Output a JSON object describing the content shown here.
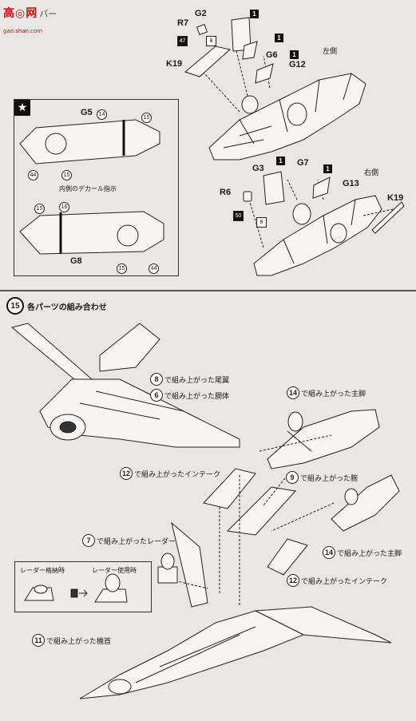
{
  "watermark": {
    "brand": "高◎网",
    "sub": "gao.shan.com",
    "tail": "バー"
  },
  "upper": {
    "side_left": "左側",
    "side_right": "右側",
    "parts_left": {
      "g2": "G2",
      "r7": "R7",
      "g6": "G6",
      "g12": "G12",
      "k19": "K19",
      "n47": "47",
      "n8": "8",
      "sq1a": "1",
      "sq1b": "1",
      "sq1c": "1"
    },
    "parts_right": {
      "g3": "G3",
      "g7": "G7",
      "g13": "G13",
      "r6": "R6",
      "k19": "K19",
      "n50": "50",
      "n8": "8",
      "sq1a": "1",
      "sq1b": "1"
    },
    "inset": {
      "g5": "G5",
      "g8": "G8",
      "caption": "内側のデカール指示",
      "n14a": "14",
      "n15a": "15",
      "n15b": "15",
      "n44a": "44",
      "n15c": "15",
      "n16": "16",
      "n15d": "15",
      "n44b": "44"
    }
  },
  "step15": {
    "number": "15",
    "title": "各パーツの組み合わせ",
    "captions": [
      {
        "n": "8",
        "text": "で組み上がった尾翼"
      },
      {
        "n": "6",
        "text": "で組み上がった胴体"
      },
      {
        "n": "14",
        "text": "で組み上がった主脚"
      },
      {
        "n": "12",
        "text": "で組み上がったインテーク"
      },
      {
        "n": "9",
        "text": "で組み上がった腕"
      },
      {
        "n": "7",
        "text": "で組み上がったレーダー"
      },
      {
        "n": "14",
        "text": "で組み上がった主脚"
      },
      {
        "n": "12",
        "text": "で組み上がったインテーク"
      },
      {
        "n": "11",
        "text": "で組み上がった機首"
      }
    ],
    "radar_box": {
      "stowed": "レーダー格納時",
      "deployed": "レーダー使用時"
    }
  }
}
